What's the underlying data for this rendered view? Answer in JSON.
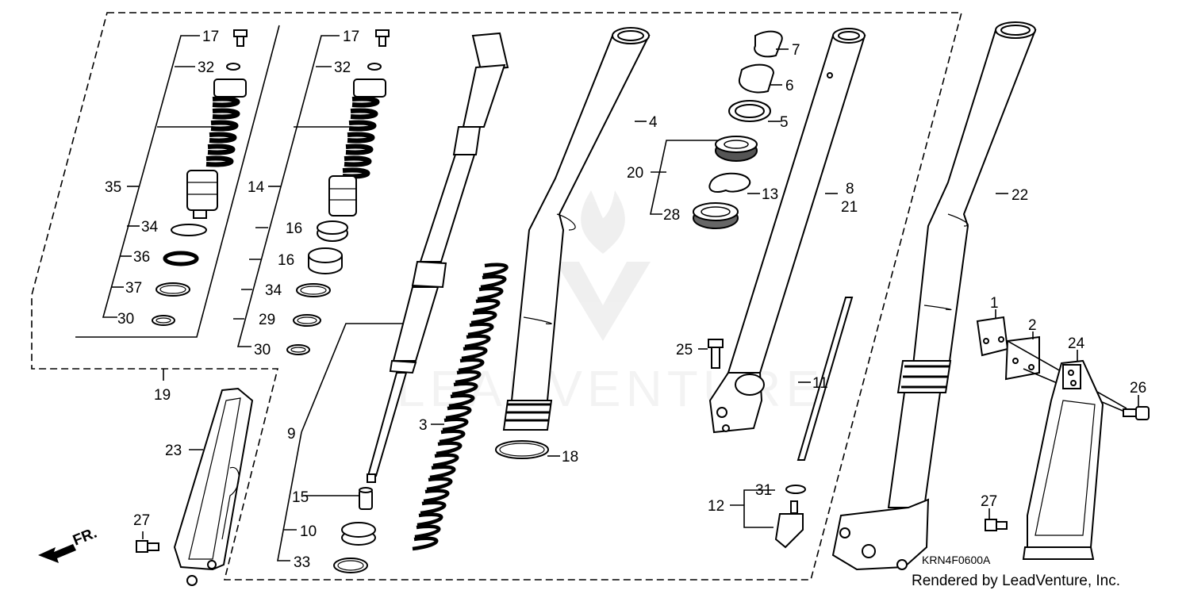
{
  "diagram": {
    "code": "KRN4F0600A",
    "credit": "Rendered by LeadVenture, Inc.",
    "watermark": "LEADVENTURE",
    "front_marker": "FR.",
    "callouts": {
      "c17a": "17",
      "c32a": "32",
      "c35": "35",
      "c34a": "34",
      "c36": "36",
      "c37": "37",
      "c30a": "30",
      "c17b": "17",
      "c32b": "32",
      "c14": "14",
      "c16a": "16",
      "c16b": "16",
      "c34b": "34",
      "c29": "29",
      "c30b": "30",
      "c19": "19",
      "c23": "23",
      "c27a": "27",
      "c9": "9",
      "c15": "15",
      "c10": "10",
      "c33": "33",
      "c3": "3",
      "c4": "4",
      "c18": "18",
      "c7": "7",
      "c6": "6",
      "c5": "5",
      "c20": "20",
      "c13": "13",
      "c28": "28",
      "c8": "8",
      "c21": "21",
      "c25": "25",
      "c11": "11",
      "c12": "12",
      "c31": "31",
      "c22": "22",
      "c1": "1",
      "c2": "2",
      "c24": "24",
      "c26": "26",
      "c27b": "27"
    }
  }
}
